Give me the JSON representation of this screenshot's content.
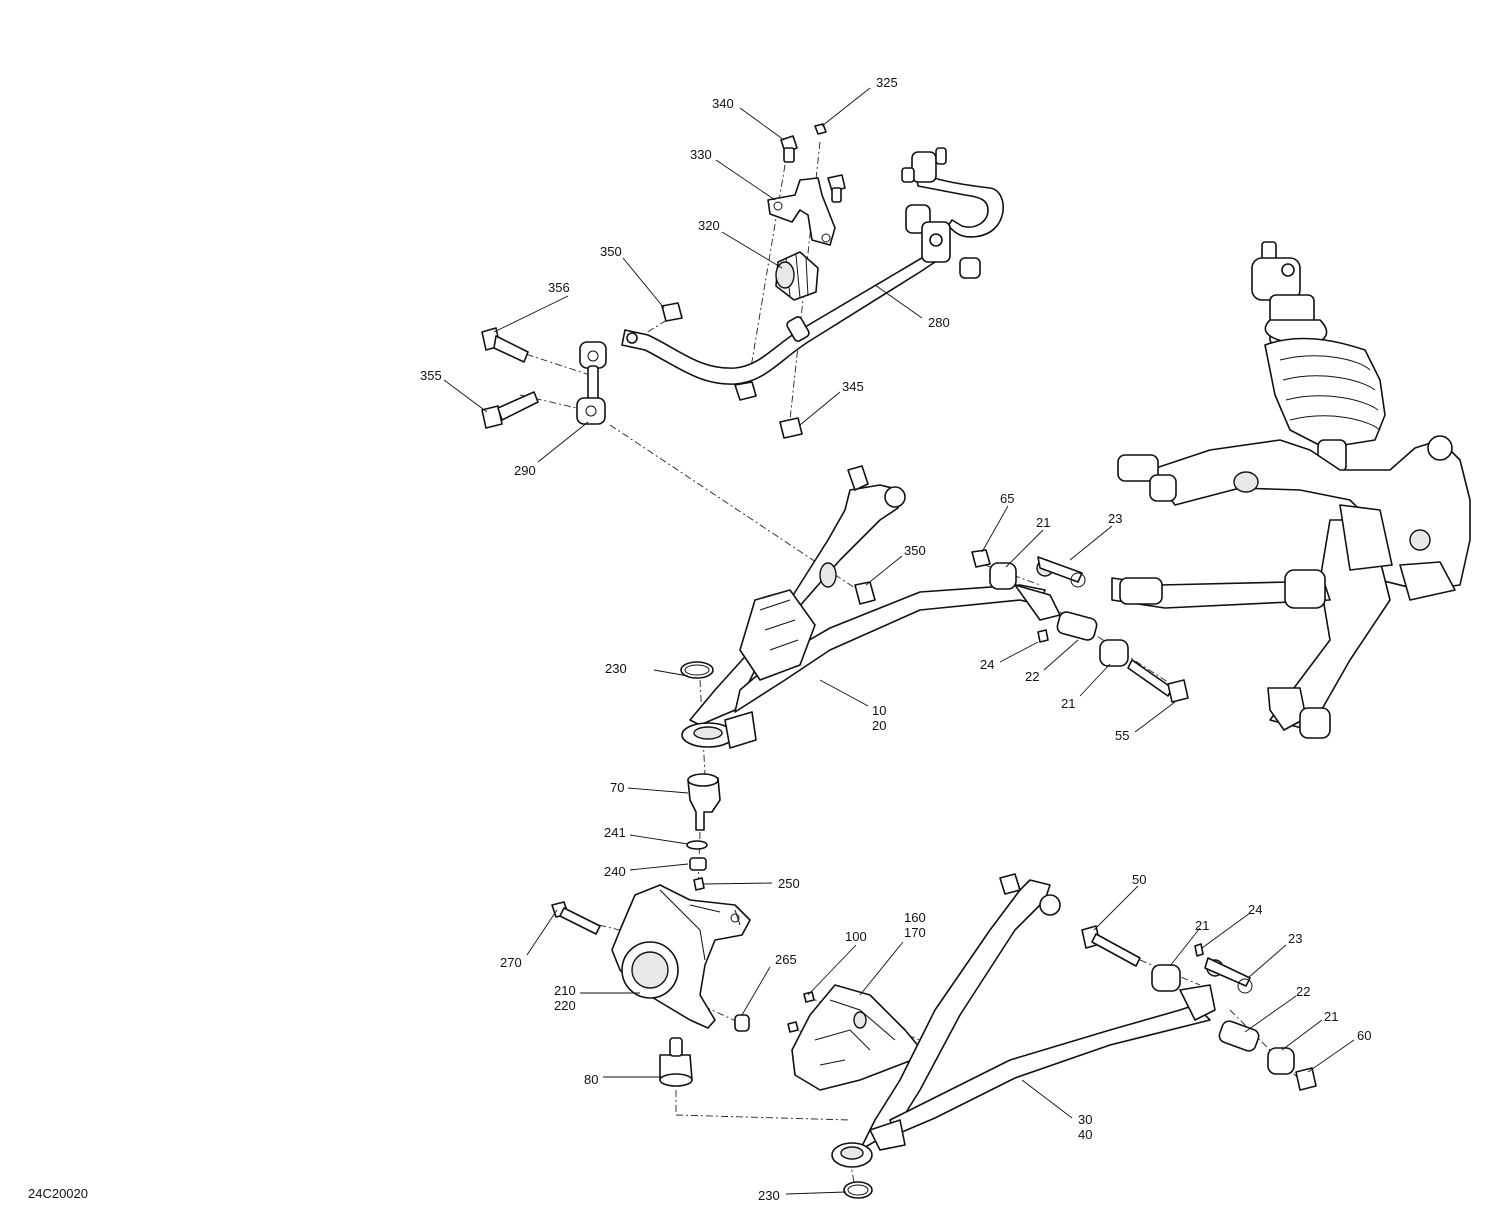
{
  "diagram": {
    "ref_code": "24C20020",
    "callouts": {
      "c340": "340",
      "c325": "325",
      "c330": "330",
      "c320": "320",
      "c350a": "350",
      "c356": "356",
      "c280": "280",
      "c355": "355",
      "c345": "345",
      "c290": "290",
      "c65": "65",
      "c21a": "21",
      "c23a": "23",
      "c350b": "350",
      "c230a": "230",
      "c24a": "24",
      "c22a": "22",
      "c21b": "21",
      "c10": "10",
      "c20": "20",
      "c55": "55",
      "c70": "70",
      "c241": "241",
      "c240": "240",
      "c250": "250",
      "c160": "160",
      "c170": "170",
      "c100": "100",
      "c50": "50",
      "c24b": "24",
      "c21c": "21",
      "c23b": "23",
      "c270": "270",
      "c265": "265",
      "c210": "210",
      "c220": "220",
      "c22b": "22",
      "c21d": "21",
      "c60": "60",
      "c80": "80",
      "c30": "30",
      "c40": "40",
      "c230b": "230"
    }
  }
}
